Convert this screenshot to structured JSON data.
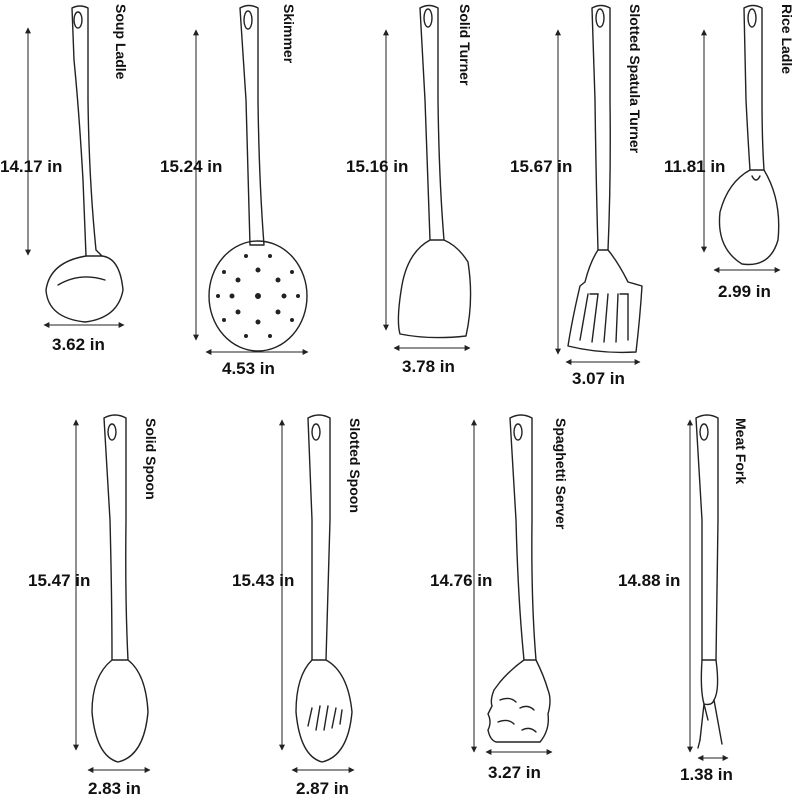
{
  "items": [
    {
      "name": "Soup Ladle",
      "length": "14.17 in",
      "width": "3.62 in"
    },
    {
      "name": "Skimmer",
      "length": "15.24 in",
      "width": "4.53 in"
    },
    {
      "name": "Solid Turner",
      "length": "15.16 in",
      "width": "3.78 in"
    },
    {
      "name": "Slotted Spatula Turner",
      "length": "15.67 in",
      "width": "3.07 in"
    },
    {
      "name": "Rice Ladle",
      "length": "11.81 in",
      "width": "2.99 in"
    },
    {
      "name": "Solid Spoon",
      "length": "15.47 in",
      "width": "2.83 in"
    },
    {
      "name": "Slotted Spoon",
      "length": "15.43 in",
      "width": "2.87 in"
    },
    {
      "name": "Spaghetti Server",
      "length": "14.76 in",
      "width": "3.27 in"
    },
    {
      "name": "Meat Fork",
      "length": "14.88 in",
      "width": "1.38 in"
    }
  ]
}
